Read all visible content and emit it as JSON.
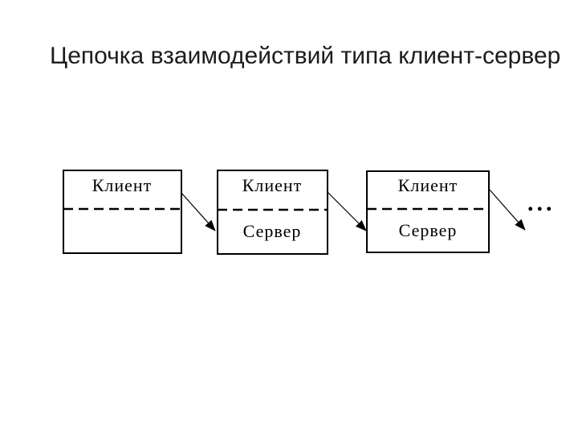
{
  "title": "Цепочка взаимодействий типа клиент-сервер",
  "diagram": {
    "boxes": [
      {
        "top_label": "Клиент"
      },
      {
        "top_label": "Клиент",
        "bottom_label": "Сервер"
      },
      {
        "top_label": "Клиент",
        "bottom_label": "Сервер"
      }
    ],
    "ellipsis": "...",
    "colors": {
      "line": "#000000",
      "label_text": "#000000",
      "title_text": "#1c1c1c",
      "background": "#ffffff"
    }
  }
}
